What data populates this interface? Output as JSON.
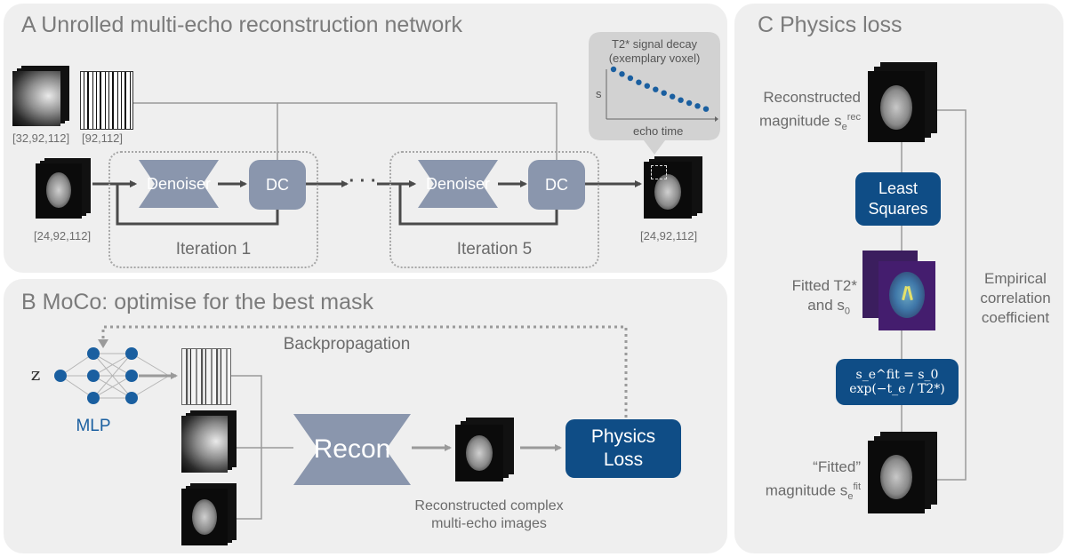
{
  "panel_a": {
    "title": "A   Unrolled multi-echo reconstruction network",
    "input_dims_1": "[32,92,112]",
    "input_dims_2": "[92,112]",
    "input_dims_3": "[24,92,112]",
    "output_dims": "[24,92,112]",
    "denoiser_label": "Denoiser",
    "dc_label": "DC",
    "iteration_1": "Iteration 1",
    "iteration_5": "Iteration 5",
    "ellipsis": "· · ·",
    "inset": {
      "title_line1": "T2* signal decay",
      "title_line2": "(exemplary voxel)",
      "ylabel": "s",
      "xlabel": "echo time"
    }
  },
  "panel_b": {
    "title": "B   MoCo: optimise for the best mask",
    "z_label": "z",
    "mlp_label": "MLP",
    "backprop_label": "Backpropagation",
    "recon_label": "Recon",
    "physics_loss_line1": "Physics",
    "physics_loss_line2": "Loss",
    "caption_line1": "Reconstructed complex",
    "caption_line2": "multi-echo images"
  },
  "panel_c": {
    "title": "C   Physics loss",
    "recon_mag_line1": "Reconstructed",
    "recon_mag_line2": "magnitude s",
    "recon_mag_sub": "e",
    "recon_mag_sup": "rec",
    "least_squares_line1": "Least",
    "least_squares_line2": "Squares",
    "fitted_line1": "Fitted T2*",
    "fitted_line2": "and s",
    "fitted_sub": "0",
    "formula": "s_e^fit = s_0 exp(−t_e / T2*)",
    "fitted_mag_line1": "“Fitted”",
    "fitted_mag_line2": "magnitude s",
    "fitted_mag_sub": "e",
    "fitted_mag_sup": "fit",
    "corr_line1": "Empirical",
    "corr_line2": "correlation",
    "corr_line3": "coefficient"
  },
  "colors": {
    "panel_bg": "#efefef",
    "block_gray_blue": "#8a96ad",
    "navy": "#0f4d86",
    "dot_blue": "#1a5fa0",
    "line_gray": "#9a9a9a"
  },
  "chart_data": {
    "type": "scatter",
    "title": "T2* signal decay (exemplary voxel)",
    "xlabel": "echo time",
    "ylabel": "s",
    "x": [
      1,
      2,
      3,
      4,
      5,
      6,
      7,
      8,
      9,
      10,
      11,
      12
    ],
    "values": [
      1.0,
      0.92,
      0.85,
      0.78,
      0.72,
      0.66,
      0.6,
      0.54,
      0.48,
      0.43,
      0.38,
      0.33
    ]
  }
}
